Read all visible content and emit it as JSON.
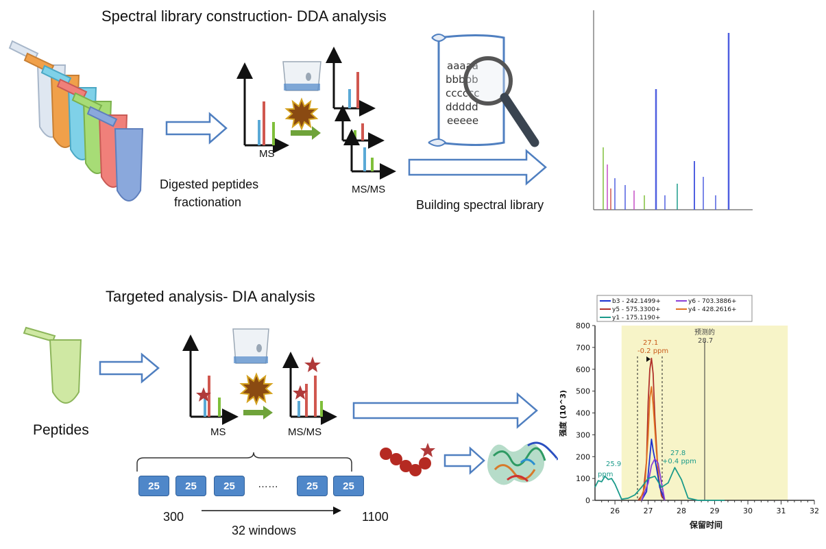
{
  "top": {
    "title": "Spectral library construction- DDA analysis",
    "digested_line1": "Digested peptides",
    "digested_line2": "fractionation",
    "ms_label": "MS",
    "msms_label": "MS/MS",
    "building_label": "Building spectral library",
    "doc_lines": [
      "aaaaa",
      "bbbbb",
      "cccccc",
      "ddddd",
      "eeeee"
    ]
  },
  "bottom": {
    "title": "Targeted analysis- DIA analysis",
    "peptides_label": "Peptides",
    "ms_label": "MS",
    "msms_label": "MS/MS",
    "windows": [
      "25",
      "25",
      "25",
      "25",
      "25"
    ],
    "ellipsis": "……",
    "range_start": "300",
    "range_end": "1100",
    "windows_label": "32 windows"
  },
  "colors": {
    "arrow_blue": "#4f7fc0",
    "window_fill": "#4f87c9",
    "peak_red": "#d0574f",
    "peak_green": "#7fbf3a",
    "peak_blue": "#5aa9d6",
    "chrom_bg": "#f7f4c8"
  },
  "chart_data": {
    "type": "line",
    "xlabel": "保留时间",
    "ylabel": "强度 (10^3)",
    "xlim": [
      25.4,
      32
    ],
    "ylim": [
      0,
      800
    ],
    "x_ticks": [
      26,
      27,
      28,
      29,
      30,
      31,
      32
    ],
    "y_ticks": [
      0,
      100,
      200,
      300,
      400,
      500,
      600,
      700,
      800
    ],
    "legend": [
      "b3 - 242.1499+",
      "y6 - 703.3886+",
      "y5 - 575.3300+",
      "y4 - 428.2616+",
      "y1 - 175.1190+"
    ],
    "shaded_range": [
      26.2,
      31.2
    ],
    "annotations": {
      "apex_rt": "27.1",
      "apex_ppm": "-0.2 ppm",
      "predicted_label": "预测的",
      "predicted_rt": "28.7",
      "secondary_rt": "27.8",
      "secondary_ppm": "+0.4 ppm",
      "left_rt": "25.9",
      "left_ppm": "ppm"
    },
    "series": [
      {
        "name": "y5 - 575.3300+",
        "color": "#b0302a",
        "x": [
          26.7,
          26.85,
          26.95,
          27.0,
          27.05,
          27.1,
          27.15,
          27.2,
          27.3,
          27.4,
          27.5
        ],
        "y": [
          0,
          30,
          180,
          450,
          600,
          650,
          580,
          380,
          120,
          20,
          0
        ]
      },
      {
        "name": "y4 - 428.2616+",
        "color": "#e07020",
        "x": [
          26.75,
          26.9,
          27.0,
          27.05,
          27.1,
          27.15,
          27.25,
          27.35,
          27.5
        ],
        "y": [
          0,
          60,
          300,
          470,
          520,
          440,
          220,
          60,
          0
        ]
      },
      {
        "name": "b3 - 242.1499+",
        "color": "#1a2fd0",
        "x": [
          26.8,
          26.95,
          27.05,
          27.1,
          27.15,
          27.25,
          27.35,
          27.5
        ],
        "y": [
          0,
          40,
          200,
          280,
          230,
          150,
          60,
          0
        ]
      },
      {
        "name": "y6 - 703.3886+",
        "color": "#8a3fd6",
        "x": [
          26.8,
          27.0,
          27.1,
          27.2,
          27.3,
          27.4,
          27.5
        ],
        "y": [
          0,
          80,
          160,
          190,
          170,
          80,
          0
        ]
      },
      {
        "name": "y1 - 175.1190+",
        "color": "#1a9a8a",
        "x": [
          25.4,
          25.5,
          25.6,
          25.7,
          25.8,
          25.9,
          26.0,
          26.2,
          26.4,
          26.6,
          26.8,
          27.0,
          27.2,
          27.4,
          27.6,
          27.8,
          28.0,
          28.2,
          28.5,
          29.0,
          29.3
        ],
        "y": [
          60,
          90,
          85,
          110,
          95,
          100,
          75,
          5,
          10,
          25,
          60,
          100,
          110,
          60,
          80,
          150,
          95,
          10,
          0,
          0,
          0
        ]
      }
    ]
  }
}
